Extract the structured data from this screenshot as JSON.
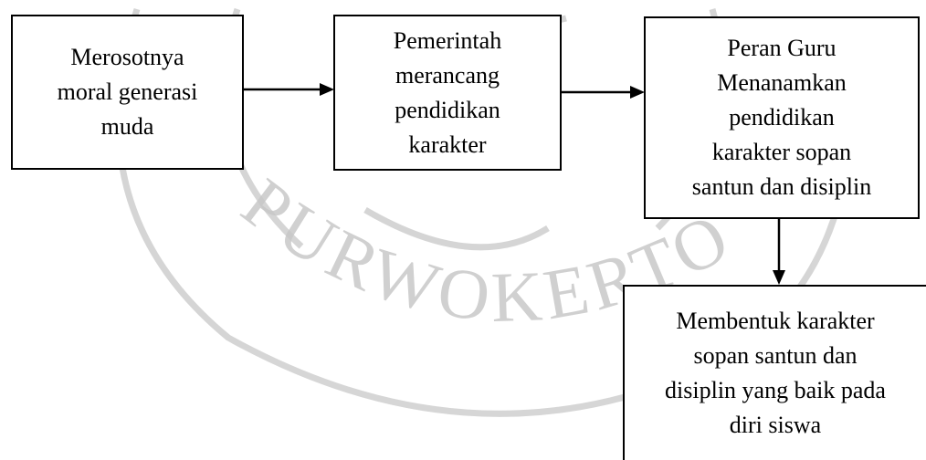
{
  "diagram": {
    "nodes": [
      {
        "id": "n1",
        "text": "Merosotnya\nmoral generasi\nmuda"
      },
      {
        "id": "n2",
        "text": "Pemerintah\nmerancang\npendidikan\nkarakter"
      },
      {
        "id": "n3",
        "text": "Peran Guru\nMenanamkan\npendidikan\nkarakter sopan\nsantun dan disiplin"
      },
      {
        "id": "n4",
        "text": "Membentuk karakter\nsopan santun dan\ndisiplin yang baik pada\ndiri siswa"
      }
    ],
    "edges": [
      {
        "from": "n1",
        "to": "n2"
      },
      {
        "from": "n2",
        "to": "n3"
      },
      {
        "from": "n3",
        "to": "n4"
      }
    ]
  },
  "watermark": {
    "text": "PURWOKERTO",
    "color": "#c8c8c8"
  }
}
